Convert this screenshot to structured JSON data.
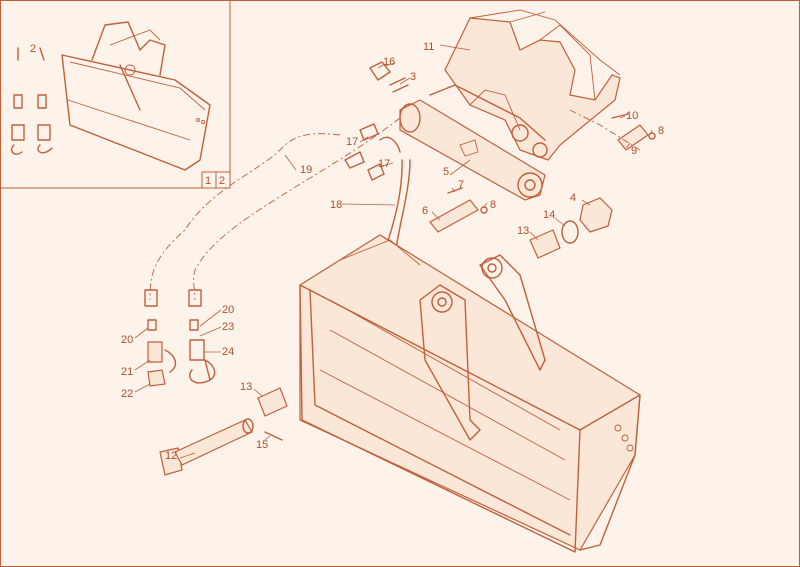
{
  "diagram": {
    "inset_pages": [
      "1",
      "2"
    ],
    "callouts": [
      "2",
      "3",
      "4",
      "5",
      "6",
      "7",
      "8",
      "8",
      "9",
      "10",
      "11",
      "12",
      "13",
      "13",
      "14",
      "15",
      "16",
      "17",
      "17",
      "18",
      "19",
      "20",
      "20",
      "21",
      "22",
      "23",
      "24"
    ]
  },
  "colors": {
    "line": "#c0603a",
    "background": "#fdf3ea",
    "text": "#b24f2a"
  }
}
